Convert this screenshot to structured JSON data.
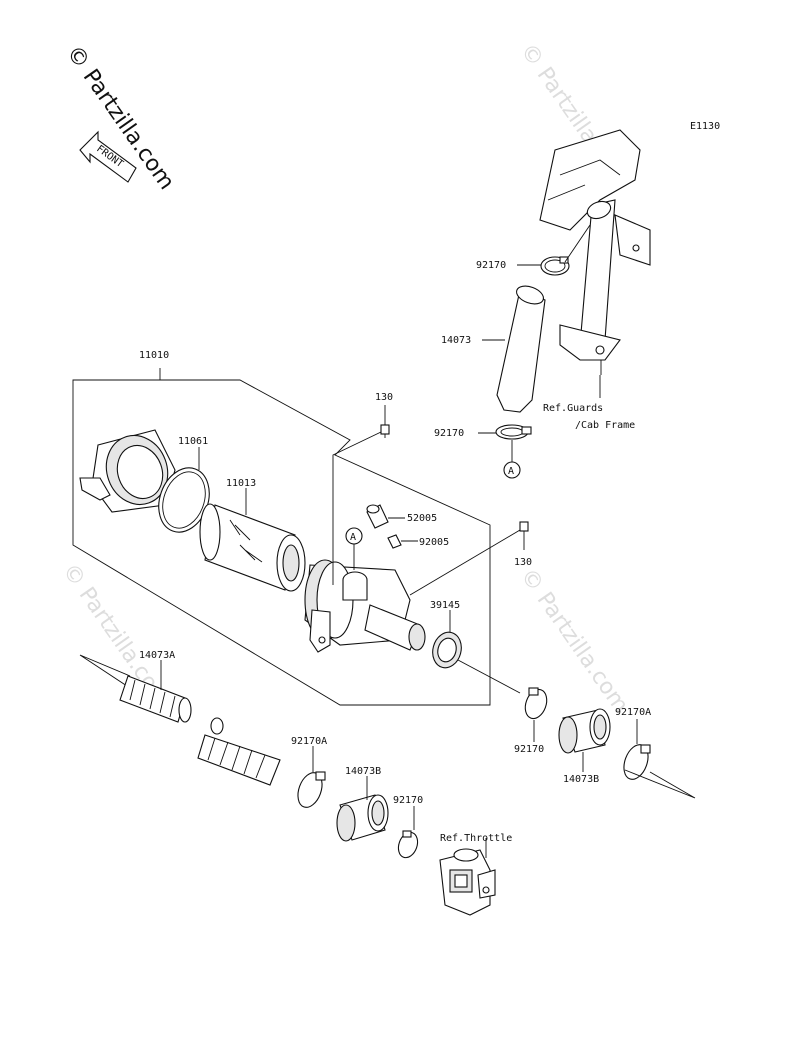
{
  "diagram_code": "E1130",
  "watermark_main": "© Partzilla.com",
  "watermarks": [
    "© Partzilla.com",
    "© Partzilla.com",
    "© Partzilla.com",
    "© Partzilla.com"
  ],
  "front_arrow_label": "FRONT",
  "reference_marker": "A",
  "refs": {
    "guards_line1": "Ref.Guards",
    "guards_line2": "/Cab Frame",
    "throttle": "Ref.Throttle"
  },
  "part_labels": {
    "p11010": "11010",
    "p11061": "11061",
    "p11013": "11013",
    "p130_top": "130",
    "p130_right": "130",
    "p52005": "52005",
    "p92005": "92005",
    "p39145": "39145",
    "p92170_top": "92170",
    "p92170_mid": "92170",
    "p92170_right": "92170",
    "p92170_bottom": "92170",
    "p14073": "14073",
    "p14073A": "14073A",
    "p92170A_left": "92170A",
    "p92170A_right": "92170A",
    "p14073B_left": "14073B",
    "p14073B_right": "14073B"
  }
}
